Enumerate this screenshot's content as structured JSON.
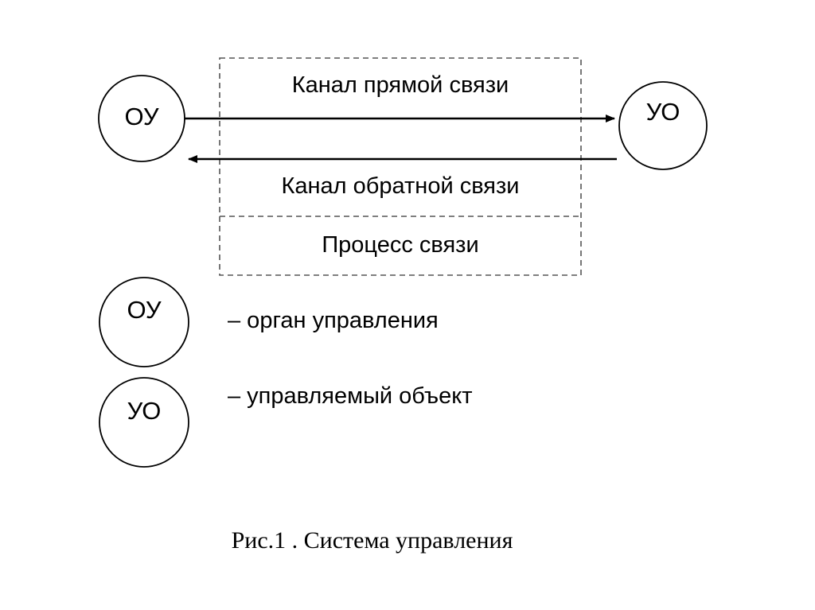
{
  "figure": {
    "caption": "Рис.1 . Система управления",
    "stroke_color": "#000000",
    "dashed_color": "#555555",
    "background_color": "#ffffff"
  },
  "nodes": {
    "control_organ": {
      "abbr": "ОУ",
      "full_name": "орган управления"
    },
    "controlled_object": {
      "abbr": "УО",
      "full_name": "управляемый объект"
    }
  },
  "channels": {
    "forward": {
      "label": "Канал прямой связи",
      "direction": "left-to-right"
    },
    "feedback": {
      "label": "Канал обратной связи",
      "direction": "right-to-left"
    },
    "process": {
      "label": "Процесс связи"
    }
  },
  "legend": {
    "items": [
      {
        "abbr": "ОУ",
        "dash": "–",
        "description": "орган управления",
        "text": "– орган управления"
      },
      {
        "abbr": "УО",
        "dash": "–",
        "description": "управляемый объект",
        "text": "– управляемый объект"
      }
    ]
  }
}
